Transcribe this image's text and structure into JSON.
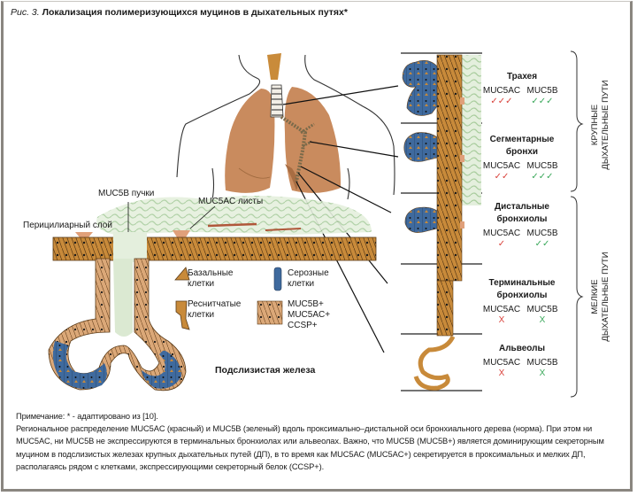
{
  "caption": {
    "figure": "Рис. 3.",
    "title": "Локализация полимеризующихся муцинов в дыхательных путях*"
  },
  "labels": {
    "muc5b_bundles": "MUC5B пучки",
    "muc5ac_sheets": "MUC5AC листы",
    "periciliary_layer": "Перицилиарный слой",
    "submucosal_gland": "Подслизистая железа"
  },
  "legend": [
    {
      "icon": "basal-cell-icon",
      "label_line1": "Базальные",
      "label_line2": "клетки"
    },
    {
      "icon": "serous-cell-icon",
      "label_line1": "Серозные",
      "label_line2": "клетки"
    },
    {
      "icon": "ciliated-cell-icon",
      "label_line1": "Реснитчатые",
      "label_line2": "клетки"
    },
    {
      "icon": "secretory-cells-icon",
      "label_line1": "MUC5B+",
      "label_line2": "MUC5AC+",
      "label_line3": "CCSP+"
    }
  ],
  "regions": [
    {
      "name_line1": "Трахея",
      "name_line2": "",
      "muc5ac_label": "MUC5AC",
      "muc5ac": "✓✓✓",
      "muc5ac_level": 3,
      "muc5b_label": "MUC5B",
      "muc5b": "✓✓✓",
      "muc5b_level": 3
    },
    {
      "name_line1": "Сегментарные",
      "name_line2": "бронхи",
      "muc5ac_label": "MUC5AC",
      "muc5ac": "✓✓",
      "muc5ac_level": 2,
      "muc5b_label": "MUC5B",
      "muc5b": "✓✓✓",
      "muc5b_level": 3
    },
    {
      "name_line1": "Дистальные",
      "name_line2": "бронхиолы",
      "muc5ac_label": "MUC5AC",
      "muc5ac": "✓",
      "muc5ac_level": 1,
      "muc5b_label": "MUC5B",
      "muc5b": "✓✓",
      "muc5b_level": 2
    },
    {
      "name_line1": "Терминальные",
      "name_line2": "бронхиолы",
      "muc5ac_label": "MUC5AC",
      "muc5ac": "X",
      "muc5ac_level": 0,
      "muc5b_label": "MUC5B",
      "muc5b": "X",
      "muc5b_level": 0
    },
    {
      "name_line1": "Альвеолы",
      "name_line2": "",
      "muc5ac_label": "MUC5AC",
      "muc5ac": "X",
      "muc5ac_level": 0,
      "muc5b_label": "MUC5B",
      "muc5b": "X",
      "muc5b_level": 0
    }
  ],
  "groups": {
    "large_line1": "КРУПНЫЕ",
    "large_line2": "ДЫХАТЕЛЬНЫЕ ПУТИ",
    "small_line1": "МЕЛКИЕ",
    "small_line2": "ДЫХАТЕЛЬНЫЕ ПУТИ"
  },
  "colors": {
    "muc5ac": "#d9423b",
    "muc5b": "#3aa85a",
    "lung": "#c98b5e",
    "cells": "#c88a3a",
    "serous": "#3f6a9e",
    "mucus": "#c9e0c0"
  },
  "note": {
    "line1": "Примечание: * - адаптировано из [10].",
    "body": "Региональное распределение MUC5AC (красный) и MUC5B (зеленый) вдоль проксимально–дистальной оси бронхиального дерева (норма). При этом ни MUC5AC, ни MUC5B не экспрессируются в терминальных бронхиолах или альвеолах. Важно, что MUC5B (MUC5B+) является доминирующим секреторным муцином в подслизистых железах крупных дыхательных путей (ДП), в то время как MUC5AC (MUC5AC+) секретируется в проксимальных и мелких ДП, располагаясь рядом с клетками, экспрессирующими секреторный белок (CCSP+)."
  }
}
